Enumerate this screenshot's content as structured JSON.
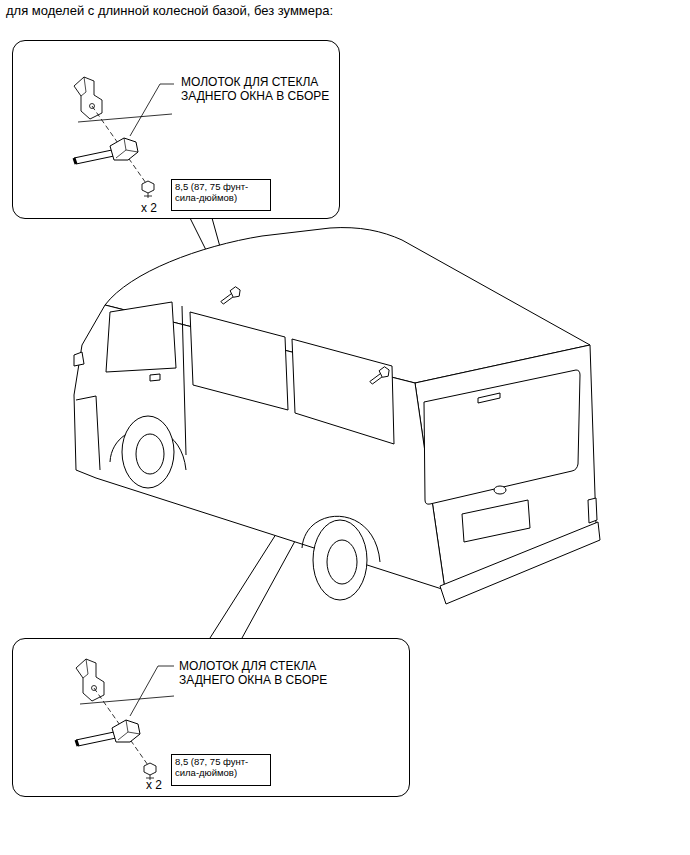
{
  "diagram": {
    "title": "для моделей с длинной колесной базой, без зуммера:",
    "nodes": [
      {
        "text": [
          "МОЛОТОК ДЛЯ СТЕКЛА ЗАДНЕГО ОКНА В СБОРЕ",
          "x 2"
        ]
      },
      {
        "text": [
          "8,5 (87, 75 фунт-сила-дюймов)"
        ],
        "in": 0
      },
      {
        "text": [
          "МОЛОТОК ДЛЯ СТЕКЛА ЗАДНЕГО ОКНА В СБОРЕ",
          "x 2"
        ]
      },
      {
        "text": [
          "8,5 (87, 75 фунт-сила-дюймов)"
        ],
        "in": 2
      }
    ]
  }
}
